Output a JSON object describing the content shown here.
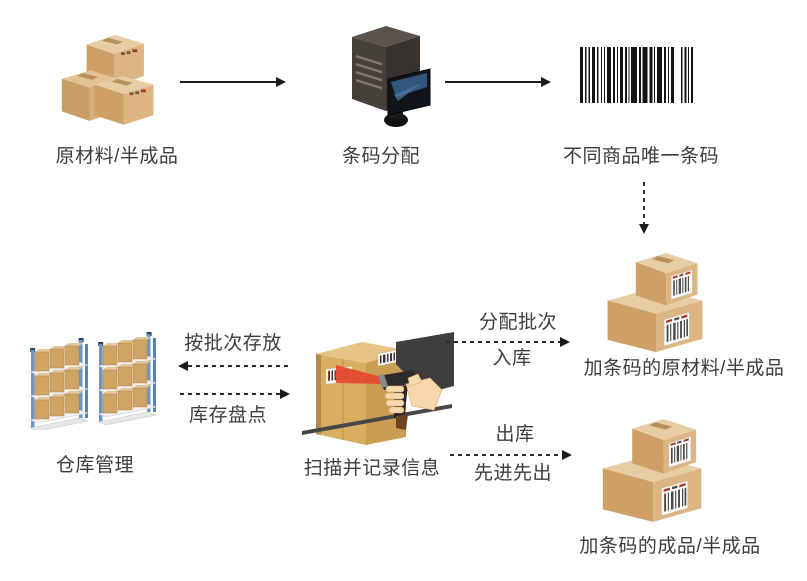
{
  "diagram": {
    "background": "#ffffff",
    "text_color": "#3d3d3d",
    "arrow_color": "#1c1c1c",
    "accent_colors": {
      "cardboard": "#d5ab72",
      "cardboard_light": "#e7cda4",
      "shelf_blue": "#6a97c8",
      "laser_red": "#e64a2e",
      "server_dark": "#46403a",
      "screen_blue": "#33567e"
    },
    "nodes": {
      "raw_materials": {
        "label": "原材料/半成品",
        "icon": "cardboard-box-stack"
      },
      "barcode_assign": {
        "label": "条码分配",
        "icon": "server-with-monitor"
      },
      "unique_barcode": {
        "label": "不同商品唯一条码",
        "icon": "barcode"
      },
      "barcoded_raw": {
        "label": "加条码的原材料/半成品",
        "icon": "barcoded-box-stack"
      },
      "warehouse": {
        "label": "仓库管理",
        "icon": "warehouse-shelves"
      },
      "scan_record": {
        "label": "扫描并记录信息",
        "icon": "barcode-scanner-hand"
      },
      "barcoded_finished": {
        "label": "加条码的成品/半成品",
        "icon": "barcoded-box-stack"
      }
    },
    "edge_labels": {
      "store_by_batch": "按批次存放",
      "inventory_check": "库存盘点",
      "assign_batch": "分配批次",
      "inbound": "入库",
      "outbound": "出库",
      "fifo": "先进先出"
    }
  }
}
